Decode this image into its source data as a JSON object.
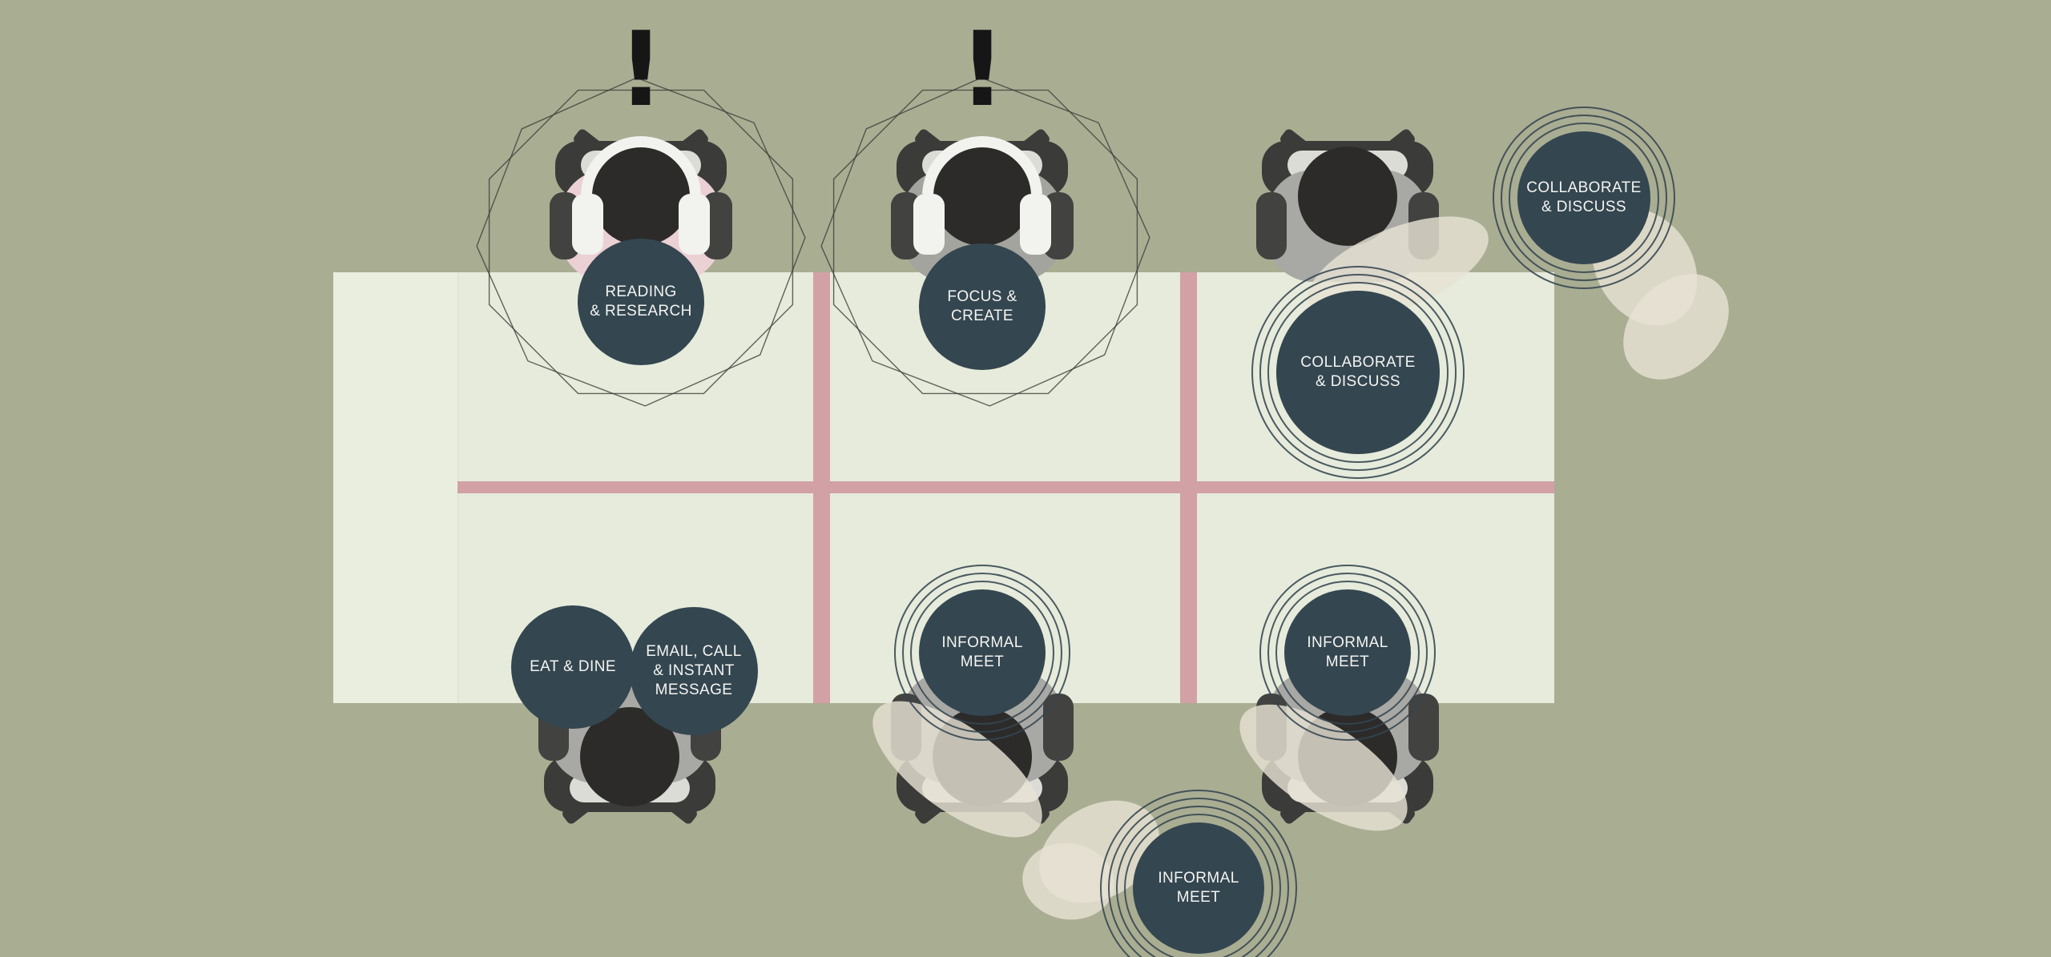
{
  "zones": {
    "reading_research": {
      "label_lines": [
        "READING",
        "& RESEARCH"
      ]
    },
    "focus_create": {
      "label_lines": [
        "FOCUS &",
        "CREATE"
      ]
    },
    "collaborate_discuss_top": {
      "label_lines": [
        "COLLABORATE",
        "& DISCUSS"
      ]
    },
    "collaborate_discuss_mid": {
      "label_lines": [
        "COLLABORATE",
        "& DISCUSS"
      ]
    },
    "eat_dine": {
      "label_lines": [
        "EAT & DINE"
      ]
    },
    "email_call_message": {
      "label_lines": [
        "EMAIL, CALL",
        "& INSTANT",
        "MESSAGE"
      ]
    },
    "informal_meet_center": {
      "label_lines": [
        "INFORMAL",
        "MEET"
      ]
    },
    "informal_meet_right": {
      "label_lines": [
        "INFORMAL",
        "MEET"
      ]
    },
    "informal_meet_bottom": {
      "label_lines": [
        "INFORMAL",
        "MEET"
      ]
    }
  },
  "annotations": {
    "alert_left": "!",
    "alert_right": "!"
  },
  "colors": {
    "background": "#a9ad92",
    "table": "#e6ebdb",
    "table_end": "#eaeedf",
    "divider": "#d2a1a5",
    "badge": "#344650",
    "badge_text": "#f4f4f1",
    "chair": "#3b3b39",
    "body_grey": "#a8a8a4",
    "body_pink": "#ebd0d4",
    "shirt_green": "#5e7155",
    "beige_figure": "#e7e2d3",
    "outline": "#3e3e3b"
  }
}
